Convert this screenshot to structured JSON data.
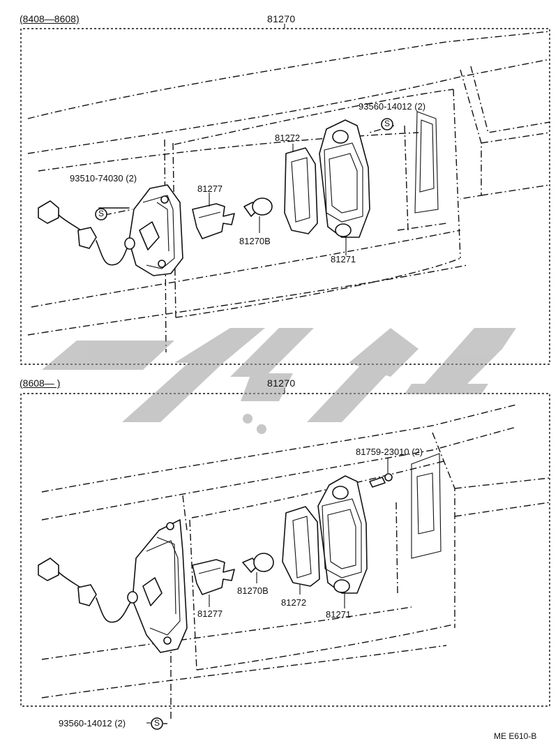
{
  "sections": [
    {
      "range": {
        "start": "8408",
        "sep": "—",
        "end": "8608",
        "text": "(8408—8608)"
      },
      "assembly": "81270",
      "parts": {
        "screw": "93560-14012 (2)",
        "gasket": "81272",
        "bolt": "93510-74030 (2)",
        "socket_cover": "81277",
        "bulb": "81270B",
        "lens": "81271"
      }
    },
    {
      "range": {
        "text": "(8608—      )"
      },
      "assembly": "81270",
      "parts": {
        "screw_top": "81759-23010 (2)",
        "bulb": "81270B",
        "socket_cover": "81277",
        "gasket": "81272",
        "lens": "81271",
        "screw_bottom": "93560-14012 (2)"
      }
    }
  ],
  "symbols": {
    "s_circle": "S"
  },
  "footer_code": "ME  E610-B",
  "watermark": "logo"
}
